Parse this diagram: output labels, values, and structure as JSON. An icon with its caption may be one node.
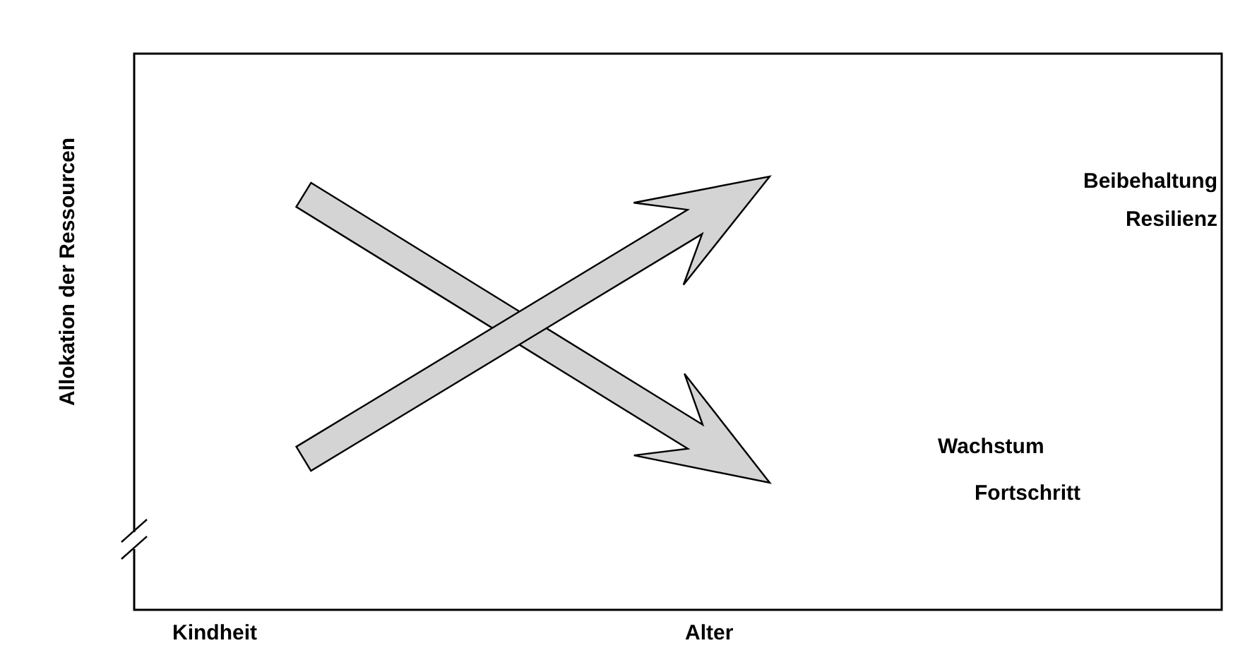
{
  "diagram": {
    "labels": [
      "Allokation der Ressourcen",
      "Beibehaltung Resilienz",
      "Wachstum Fortschritt",
      "Kindheit",
      "Alter"
    ]
  }
}
